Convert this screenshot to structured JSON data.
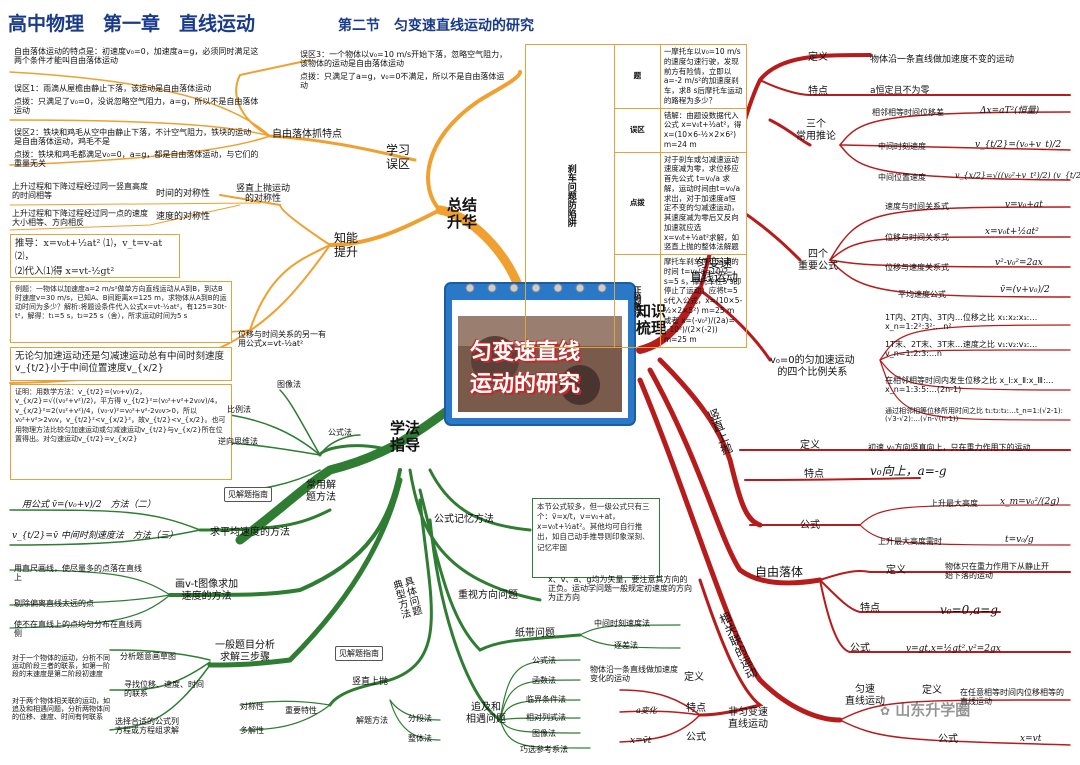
{
  "header": {
    "title": "高中物理　第一章　直线运动",
    "subtitle": "第二节　匀变速直线运动的研究"
  },
  "center": {
    "title_line1": "匀变速直线",
    "title_line2": "运动的研究"
  },
  "main_branches": {
    "summary": "总结\n升华",
    "knowledge": "知识\n梳理",
    "method": "学法\n指导"
  },
  "summary": {
    "mistakes": "学习\n误区",
    "freefall_trap": "自由落体抓特点",
    "freefall_note": "自由落体运动的特点是：初速度v₀=0，加速度a=g，必须同时满足这两个条件才能叫自由落体运动",
    "mistake1_title": "误区1：雨滴从屋檐由静止下落，该运动是自由落体运动",
    "mistake1_point": "点拨：只满足了v₀=0，没说忽略空气阻力，a=g，所以不是自由落体运动",
    "mistake2_title": "误区2：铁块和鸡毛从空中由静止下落，不计空气阻力，铁块的运动是自由落体运动，鸡毛不是",
    "mistake2_point": "点拨：铁块和鸡毛都满足v₀=0，a=g，都是自由落体运动，与它们的重量无关",
    "mistake3_title": "误区3：一个物体以v₀=10 m/s开始下落，忽略空气阻力，该物体的运动是自由落体运动",
    "mistake3_point": "点拨：只满足了a=g，v₀=0不满足，所以不是自由落体运动",
    "ability": "知能\n提升",
    "vertical_symmetry": "竖直上抛运动\n的对称性",
    "time_symmetry": "时间的对称性",
    "time_symmetry_desc": "上升过程和下降过程经过同一竖直高度的时间相等",
    "speed_symmetry": "速度的对称性",
    "speed_symmetry_desc": "上升过程和下降过程经过同一点的速度大小相等、方向相反",
    "derivation_line1": "推导：x=v₀t+½at² ⑴，v_t=v-at ⑵，",
    "derivation_line2": "⑵代入⑴得 x=vt-½gt²",
    "example": "例题：一物体以加速度a=2 m/s²做单方向直线运动从A到B，到达B时速度v=30 m/s，已知A、B间距离x=125 m，求物体从A到B的运动时间为多少？解析:将题设条件代入公式x=vt-½at²，有125=30t-t²，解得：t₁=5 s，t₂=25 s（舍），所求运动时间为5 s",
    "displacement_alt": "位移与时间关系的另一有用公式x=vt-½at²",
    "midtime_statement": "无论匀加速运动还是匀减速运动总有中间时刻速度v_{t/2}小于中间位置速度v_{x/2}",
    "proof": "证明：用数学方法：v_{t/2}=(v₀+v)/2，v_{x/2}=√((v₀²+v²)/2)，平方得 v_{t/2}²=(v₀²+v²+2v₀v)/4，v_{x/2}²=2(v₀²+v²)/4，(v₀-v)²=v₀²+v²-2v₀v>0，所以v₀²+v²>2v₀v，v_{t/2}²<v_{x/2}²，故v_{t/2}<v_{x/2}。也可用物理方法比较匀加速运动或匀减速运动v_{t/2}与v_{x/2}所在位置得出。对匀速运动v_{t/2}=v_{x/2}"
  },
  "brake_trap": {
    "title": "刹车问题防陷阱",
    "problem_label": "题",
    "problem": "一摩托车以v₀=10 m/s的速度匀速行驶，发现前方有险情，立即以a=-2 m/s²的加速度刹车，求8 s后摩托车运动的路程为多少？",
    "mistake_label": "误区",
    "mistake": "错解：由题设数据代入公式 x=v₀t+½at²，得 x=(10×6-½×2×6²) m=24 m",
    "hint_label": "点拨",
    "hint": "对于刹车或匀减速运动速度减为零，求位移应首先公式 t=v₀/a 求解，运动时间由t=v₀/a求出，对于加速度a恒定不变的匀减速运动，其速度减为零后又反向加速就应选x=v₀t+½at²求解，如竖直上抛的整体法解题",
    "solution_label": "正确解法",
    "solution": "摩托车刹车停止运动的时间 t=v₀/a=10/2 s=5 s，摩托车在5 s即停止了运动，应将t=5 s代入公式，x=(10×5-½×2×5²) m=25 m 或者 x=(-v₀²)/(2a)=(-10²)/(2×(-2)) m=25 m"
  },
  "knowledge": {
    "uniform_accel": "匀变速\n直线运动",
    "definition_label": "定义",
    "definition": "物体沿一条直线做加速度不变的运动",
    "feature_label": "特点",
    "feature": "a恒定且不为零",
    "three_inferences": "三个\n常用推论",
    "adjacent_diff": "相邻相等时间位移差",
    "adjacent_diff_formula": "Δx=aT²(恒量)",
    "mid_time_speed": "中间时刻速度",
    "mid_time_formula": "v_{t/2}=(v₀+v_t)/2",
    "mid_pos_speed": "中间位置速度",
    "mid_pos_formula": "v_{x/2}=√((v₀²+v_t²)/2)  (v_{t/2}<v_{x/2})",
    "four_formulas": "四个\n重要公式",
    "speed_time": "速度与时间关系式",
    "speed_time_formula": "v=v₀+at",
    "pos_time": "位移与时间关系式",
    "pos_time_formula": "x=v₀t+½at²",
    "pos_speed": "位移与速度关系式",
    "pos_speed_formula": "v²-v₀²=2ax",
    "avg_speed": "平均速度公式",
    "avg_speed_formula": "v̄=(v+v₀)/2",
    "ratio_title": "v₀=0的匀加速运动\n的四个比例关系",
    "ratio1": "1T内、2T内、3T内…位移之比 x₁:x₂:x₃:…x_n=1:2²:3²:…n²",
    "ratio2": "1T末、2T末、3T末…速度之比 v₁:v₂:v₃:…v_n=1:2:3:…n",
    "ratio3": "在相邻相等时间内发生位移之比 x_Ⅰ:x_Ⅱ:x_Ⅲ:…x_n=1:3:5:…(2n-1)",
    "ratio4": "通过相邻相等位移所用时间之比 t₁:t₂:t₃:…t_n=1:(√2-1):(√3-√2):…(√n-√(n-1))",
    "vertical_throw": "竖直上抛",
    "vt_def_label": "定义",
    "vt_def": "初速 v₀方向竖直向上，只在重力作用下的运动",
    "vt_feat_label": "特点",
    "vt_feat": "v₀向上，a=-g",
    "vt_formula_label": "公式",
    "vt_max_height": "上升最大高度",
    "vt_max_height_formula": "x_m=v₀²/(2g)",
    "vt_max_time": "上升最大高度需时",
    "vt_max_time_formula": "t=v₀/g",
    "free_fall": "自由落体",
    "ff_def_label": "定义",
    "ff_def": "物体只在重力作用下从静止开始下落的运动",
    "ff_feat_label": "特点",
    "ff_feat": "v₀=0,a=g",
    "ff_formula_label": "公式",
    "ff_formula": "v=gt,x=½gt²,v²=2gx",
    "related": "相关联的运动",
    "uniform": "匀速\n直线运动",
    "uni_def_label": "定义",
    "uni_def": "在任意相等时间内位移相等的直线运动",
    "uni_formula_label": "公式",
    "uni_formula": "x=vt",
    "nonuniform": "非匀变速\n直线运动",
    "nu_def_label": "定义",
    "nu_def": "物体沿一条直线做加速度变化的运动",
    "nu_feat_label": "特点",
    "nu_feat": "a变化",
    "nu_formula_label": "公式",
    "nu_formula": "x=v̄t"
  },
  "method": {
    "common_methods": "常用解\n题方法",
    "image_method": "图像法",
    "ratio_method": "比例法",
    "formula_method": "公式法",
    "reverse_method": "逆向思维法",
    "see_guide": "见解题指南",
    "avg_speed_method": "求平均速度的方法",
    "avg_formula": "用公式 v̄=(v₀+v)/2　方法（二）",
    "avg_mid": "v_{t/2}=v̄ 中间时刻速度法　方法（三）",
    "formula_memory": "公式记忆方法",
    "memory_box": "本节公式较多，但一级公式只有三个：v̄=x/t，v=v₀+at，x=v₀t+½at²。其他均可自行推出，如自己动手推导则印象深刻、记忆牢固",
    "vt_graph": "画v-t图像求加\n速度的方法",
    "vt1": "用直尺画线，使尽量多的点落在直线上",
    "vt2": "剔除偏离直线太远的点",
    "vt3": "使不在直线上的点均匀分布在直线两侧",
    "direction": "重视方向问题",
    "direction_desc": "x、v、a、g均为矢量，要注意其方向的正负。运动学问题一般规定初速度的方向为正方向",
    "typical": "具体问题\n典型方法",
    "general_steps": "一般题目分析\n求解三步骤",
    "analyze": "分析题意画草图",
    "analyze_desc": "对于一个物体的运动，分析不同运动阶段三者的联系，如第一阶段的末速度是第二阶段初速度",
    "find": "寻找位移、速度、时间的联系",
    "find_desc": "对于两个物体相关联的运动，如追及和相遇问题，分析两物体间的位移、速度、时间有何联系",
    "choose": "选择合适的公式列\n方程或方程组求解",
    "tape": "纸带问题",
    "tape1": "中间时刻速度法",
    "tape2": "逐差法",
    "vertical": "竖直上抛",
    "important_feature": "重要特性",
    "symmetry": "对称性",
    "multiplicity": "多解性",
    "solving": "解题方法",
    "segmented": "分段法",
    "whole": "整体法",
    "pursuit": "追及和\n相遇问题",
    "p_formula": "公式法",
    "p_function": "函数法",
    "p_critical": "临界条件法",
    "p_relative": "相对列式法",
    "p_image": "图像法",
    "p_ref": "巧选参考系法"
  },
  "watermark": "山东升学圈",
  "colors": {
    "red": "#b71c1c",
    "orange": "#f0a030",
    "green": "#2e7d32",
    "blue": "#1565c0"
  }
}
